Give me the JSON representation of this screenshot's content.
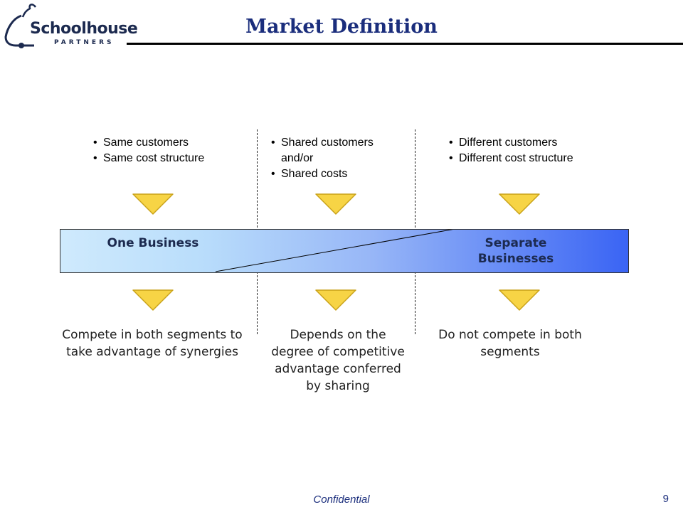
{
  "logo": {
    "name": "Schoolhouse",
    "sub": "PARTNERS"
  },
  "title": "Market Definition",
  "columns": [
    {
      "bullets": [
        "Same customers",
        "Same cost structure"
      ],
      "outcome": "Compete in both segments to take advantage of synergies"
    },
    {
      "bullets": [
        "Shared customers and/or",
        "Shared costs"
      ],
      "outcome": "Depends on the degree of competitive advantage conferred by sharing"
    },
    {
      "bullets": [
        "Different customers",
        "Different cost structure"
      ],
      "outcome": "Do not compete in both segments"
    }
  ],
  "bar": {
    "left_label": "One Business",
    "right_label": "Separate Businesses"
  },
  "colors": {
    "title": "#1a2d7c",
    "arrow_fill": "#f7d445",
    "arrow_stroke": "#c9a21a",
    "bar_start": "#cfeafd",
    "bar_end": "#3a64f4"
  },
  "footer": {
    "confidential": "Confidential",
    "page": "9"
  }
}
